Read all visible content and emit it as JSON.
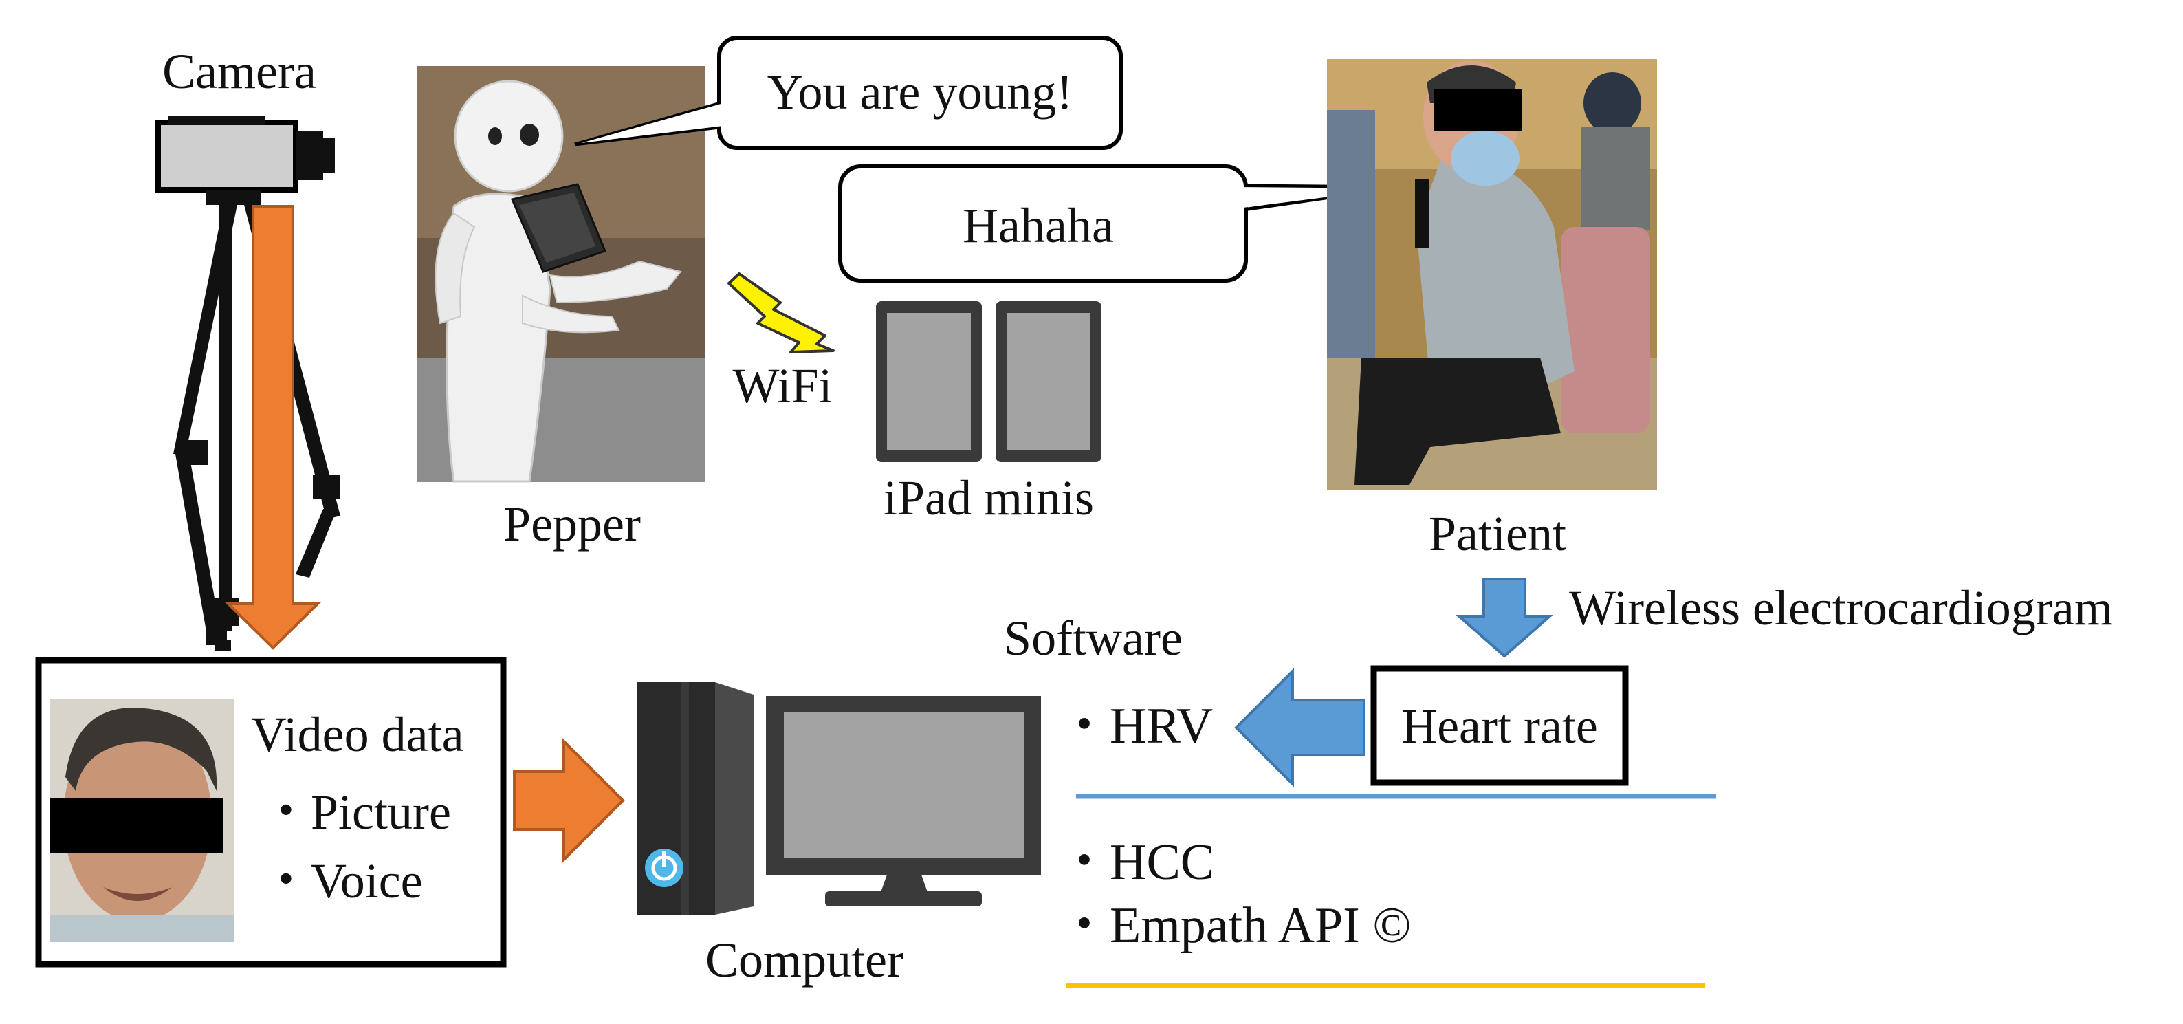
{
  "labels": {
    "camera": "Camera",
    "pepper": "Pepper",
    "wifi": "WiFi",
    "ipad": "iPad minis",
    "patient": "Patient",
    "wireless_ecg": "Wireless electrocardiogram",
    "software": "Software",
    "heart_rate": "Heart rate",
    "computer": "Computer",
    "video_data": "Video data"
  },
  "speech": {
    "pepper": "You are young!",
    "patient": "Hahaha"
  },
  "video_items": [
    "・Picture",
    "・Voice"
  ],
  "software_items": [
    "・HRV",
    "・HCC",
    "・Empath API ©"
  ],
  "colors": {
    "orange_arrow": "#ED7D31",
    "blue_arrow": "#5B9BD5",
    "hrv_line": "#5B9BD5",
    "empath_line": "#FFC000",
    "wifi_bolt": "#FFF200"
  }
}
